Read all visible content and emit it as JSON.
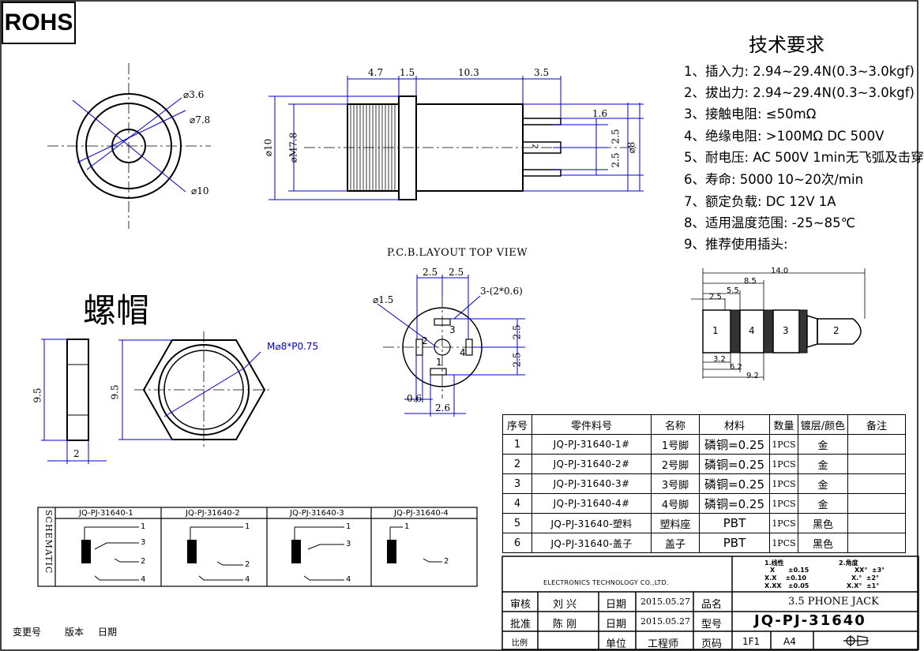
{
  "rohs": "ROHS",
  "requirements": {
    "title": "技术要求",
    "items": [
      "1、插入力: 2.94~29.4N(0.3~3.0kgf)",
      "2、拔出力: 2.94~29.4N(0.3~3.0kgf)",
      "3、接触电阻: ≤50mΩ",
      "4、绝缘电阻: >100MΩ DC   500V",
      "5、耐电压: AC   500V   1min无飞弧及击穿",
      "6、寿命: 5000 10~20次/min",
      "7、额定负载: DC   12V   1A",
      "8、适用温度范围: -25~85℃",
      "9、推荐使用插头:"
    ]
  },
  "front_view": {
    "dim_outer": "⌀10",
    "dim_mid": "⌀7.8",
    "dim_inner": "⌀3.6"
  },
  "side_view": {
    "dim_4_7": "4.7",
    "dim_1_5": "1.5",
    "dim_10_3": "10.3",
    "dim_3_5": "3.5",
    "dim_1_6": "1.6",
    "dim_2_5a": "2.5",
    "dim_2_5b": "2.5",
    "dim_d8": "⌀8",
    "dim_d10": "⌀10",
    "dim_m78": "⌀M7.8",
    "pin_label": "2"
  },
  "nut": {
    "title": "螺帽",
    "thread": "M⌀8*P0.75",
    "dim_h1": "9.5",
    "dim_h2": "9.5",
    "dim_w": "2"
  },
  "pcb": {
    "title": "P.C.B.LAYOUT TOP VIEW",
    "dim_top1": "2.5",
    "dim_top2": "2.5",
    "holes": "3-(2*0.6)",
    "dim_d15": "⌀1.5",
    "dim_r1": "2.5",
    "dim_r2": "2.5",
    "dim_bottom1": "0.6",
    "dim_bottom2": "2.6",
    "pins": [
      "1",
      "2",
      "3",
      "4"
    ]
  },
  "plug": {
    "dim_14": "14.0",
    "dim_85": "8.5",
    "dim_55": "5.5",
    "dim_25": "2.5",
    "dim_32": "3.2",
    "dim_62": "6.2",
    "dim_92": "9.2",
    "segments": [
      "1",
      "4",
      "3",
      "2"
    ]
  },
  "schematic": {
    "label": "SCHEMATIC",
    "columns": [
      "JQ-PJ-31640-1",
      "JQ-PJ-31640-2",
      "JQ-PJ-31640-3",
      "JQ-PJ-31640-4"
    ],
    "pins": [
      "1",
      "3",
      "2",
      "4"
    ]
  },
  "bom": {
    "headers": [
      "序号",
      "零件料号",
      "名称",
      "材料",
      "数量",
      "镀层/颜色",
      "备注"
    ],
    "rows": [
      [
        "1",
        "JQ-PJ-31640-1#",
        "1号脚",
        "磷铜=0.25",
        "1PCS",
        "金",
        ""
      ],
      [
        "2",
        "JQ-PJ-31640-2#",
        "2号脚",
        "磷铜=0.25",
        "1PCS",
        "金",
        ""
      ],
      [
        "3",
        "JQ-PJ-31640-3#",
        "3号脚",
        "磷铜=0.25",
        "1PCS",
        "金",
        ""
      ],
      [
        "4",
        "JQ-PJ-31640-4#",
        "4号脚",
        "磷铜=0.25",
        "1PCS",
        "金",
        ""
      ],
      [
        "5",
        "JQ-PJ-31640-塑料",
        "塑料座",
        "PBT",
        "1PCS",
        "黑色",
        ""
      ],
      [
        "6",
        "JQ-PJ-31640-盖子",
        "盖子",
        "PBT",
        "1PCS",
        "黑色",
        ""
      ]
    ]
  },
  "title_block": {
    "company": "ELECTRONICS TECHNOLOGY CO.,LTD.",
    "tol_linear_title": "1.线性",
    "tol_linear": [
      "X      ±0.15",
      "X.X    ±0.10",
      "X.XX   ±0.05"
    ],
    "tol_angle_title": "2.角度",
    "tol_angle": [
      "XX°  ±3°",
      "X.°  ±2°",
      "X.X°  ±1°"
    ],
    "reviewer_label": "审核",
    "reviewer": "刘 兴",
    "approver_label": "批准",
    "approver": "陈 刚",
    "date_label": "日期",
    "date1": "2015.05.27",
    "date2": "2015.05.27",
    "product_label": "品名",
    "product": "3.5 PHONE JACK",
    "model_label": "型号",
    "model": "JQ-PJ-31640",
    "scale_label": "比例",
    "unit_label": "单位",
    "unit": "工程师",
    "page_label": "页码",
    "page": "1F1",
    "size": "A4"
  },
  "footer": {
    "change_no": "变更号",
    "version": "版本",
    "date": "日期"
  }
}
